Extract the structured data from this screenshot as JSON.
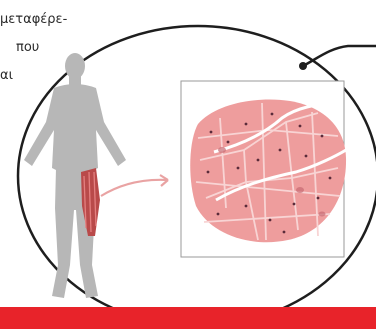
{
  "text_fragments": {
    "line1": "μεταφέρε-",
    "line2": "που",
    "line3": "αι"
  },
  "colors": {
    "ring": "#1e1e1e",
    "body_silhouette": "#b7b7b7",
    "muscle": "#b94a4a",
    "arrow": "#e9a3a3",
    "tissue_fill": "#ee9d9d",
    "tissue_cell_edge": "#f8d4d4",
    "tissue_nuclei": "#5a2b3a",
    "banner": "#e8232a"
  },
  "icons": {
    "figure": "human-figure-icon",
    "muscle": "thigh-muscle-icon",
    "arrow": "arrow-right-icon",
    "tissue": "muscle-tissue-cross-section-icon"
  }
}
